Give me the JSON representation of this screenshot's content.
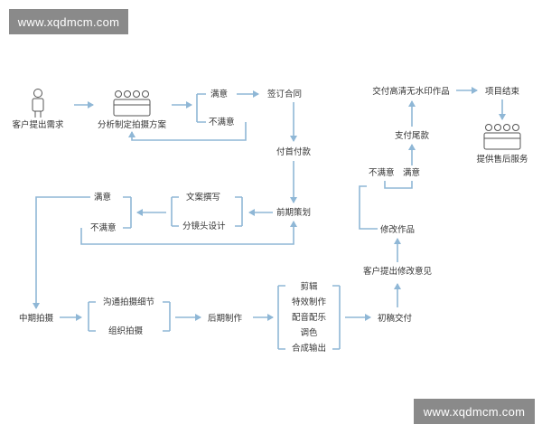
{
  "watermark": "www.xqdmcm.com",
  "colors": {
    "line": "#8fb7d6",
    "text": "#333333",
    "watermark_bg": "#8a8a8a"
  },
  "icons": {
    "client": "person-icon",
    "team": "team-icon",
    "service": "team-icon"
  },
  "nodes": {
    "client_request": "客户提出需求",
    "analysis_plan": "分析制定拍摄方案",
    "satisfied_1": "满意",
    "unsatisfied_1": "不满意",
    "sign_contract": "签订合同",
    "first_payment": "付首付款",
    "pre_planning": "前期策划",
    "copywriting": "文案撰写",
    "storyboard": "分镜头设计",
    "satisfied_2": "满意",
    "unsatisfied_2": "不满意",
    "mid_shooting": "中期拍摄",
    "communicate_details": "沟通拍摄细节",
    "organize_shooting": "组织拍摄",
    "post_production": "后期制作",
    "editing": "剪辑",
    "vfx": "特效制作",
    "music": "配音配乐",
    "color": "调色",
    "compositing": "合成输出",
    "first_draft": "初稿交付",
    "client_feedback": "客户提出修改意见",
    "revise_work": "修改作品",
    "unsatisfied_3": "不满意",
    "satisfied_3": "满意",
    "final_payment": "支付尾款",
    "deliver_hd": "交付高清无水印作品",
    "project_end": "项目结束",
    "after_sales": "提供售后服务"
  }
}
